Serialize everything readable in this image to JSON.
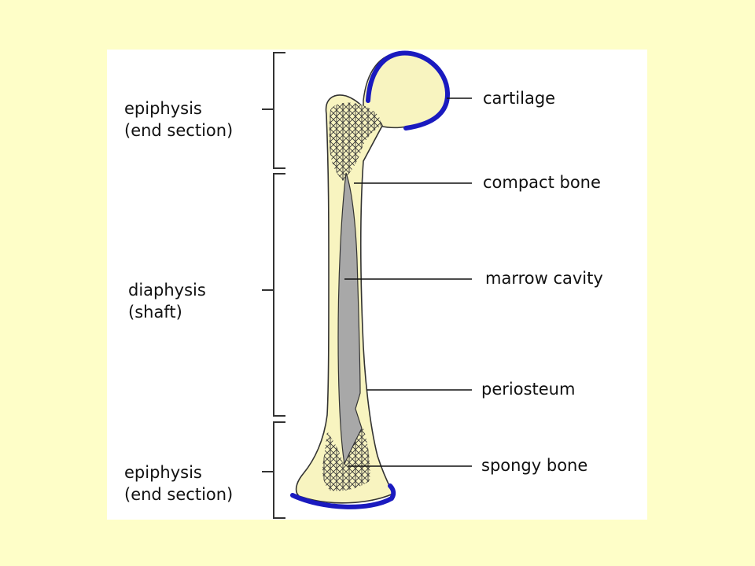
{
  "labels": {
    "epiphysis_top": {
      "line1": "epiphysis",
      "line2": "(end section)"
    },
    "diaphysis": {
      "line1": "diaphysis",
      "line2": "(shaft)"
    },
    "epiphysis_bottom": {
      "line1": "epiphysis",
      "line2": "(end section)"
    },
    "cartilage": "cartilage",
    "compact_bone": "compact bone",
    "marrow_cavity": "marrow cavity",
    "periosteum": "periosteum",
    "spongy_bone": "spongy bone"
  },
  "colors": {
    "slide_background": "#FEFEC8",
    "panel_background": "#FFFFFF",
    "bone_fill": "#F8F4C0",
    "cartilage_outline": "#1A1ABF",
    "marrow_fill": "#A8A8A8",
    "outline": "#333333"
  }
}
